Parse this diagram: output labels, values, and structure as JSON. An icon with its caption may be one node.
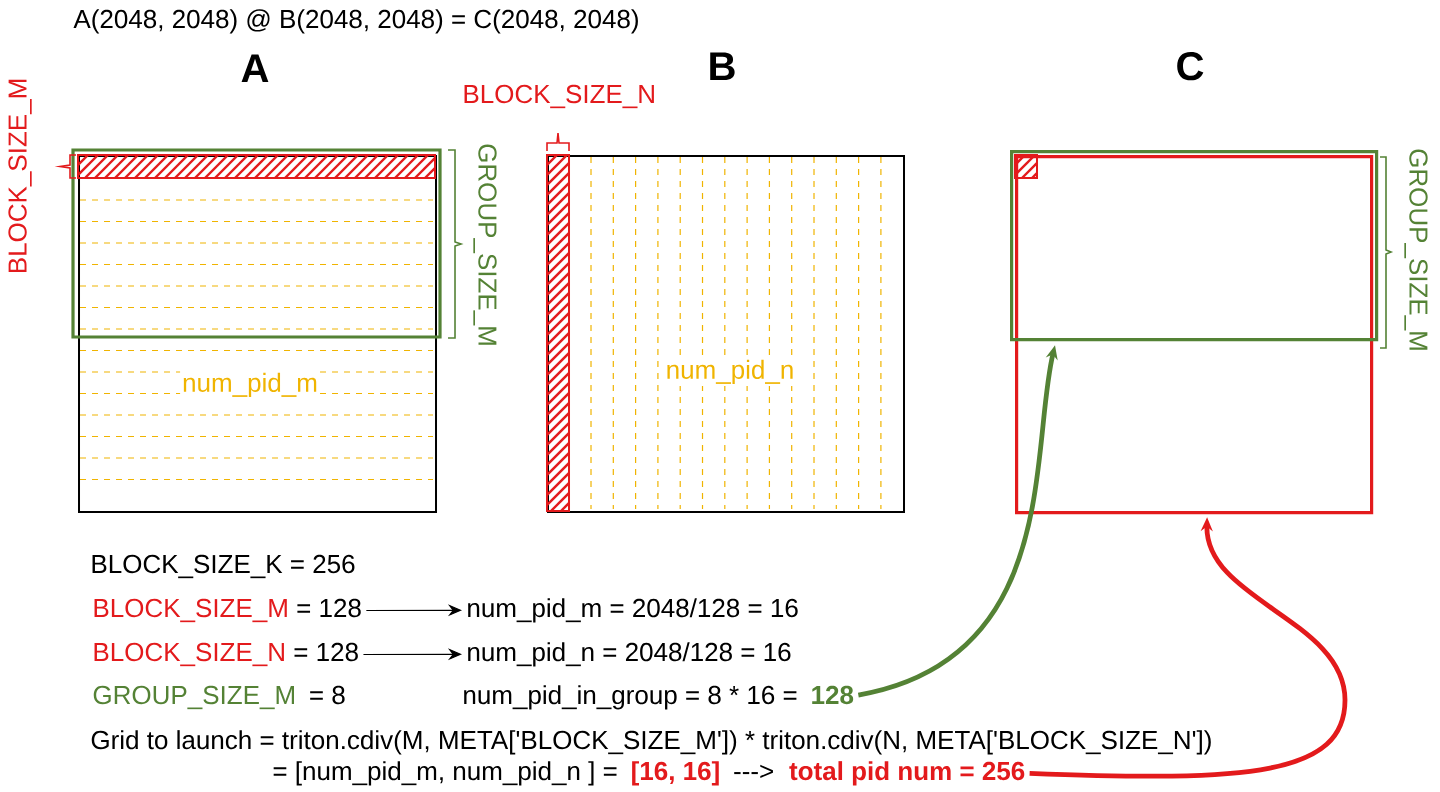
{
  "diagram": {
    "title": "A(2048, 2048) @ B(2048, 2048) = C(2048, 2048)",
    "nodes": [
      {
        "text": [
          "A",
          "num_pid_m"
        ]
      },
      {
        "text": [
          "B",
          "num_pid_n"
        ]
      },
      {
        "text": [
          "C"
        ]
      },
      {
        "text": [],
        "shape": "box",
        "in": 2
      },
      {
        "text": [
          "BLOCK_SIZE_M",
          "= 128"
        ]
      },
      {
        "text": [
          "num_pid_m = 2048/128 = 16"
        ]
      },
      {
        "text": [
          "BLOCK_SIZE_N",
          "= 128"
        ]
      },
      {
        "text": [
          "num_pid_n = 2048/128 = 16"
        ]
      },
      {
        "text": [
          "128"
        ]
      },
      {
        "text": [
          "total pid num = 256"
        ]
      }
    ],
    "edges": [
      {
        "from": 4,
        "to": 5,
        "arrow": "to"
      },
      {
        "from": 6,
        "to": 7,
        "arrow": "to"
      },
      {
        "from": 8,
        "to": 3,
        "arrow": "to",
        "style": "thick",
        "color": "#548235"
      },
      {
        "from": 9,
        "to": 2,
        "arrow": "to",
        "style": "thick",
        "color": "#e31a1c"
      }
    ],
    "labels": [
      "BLOCK_SIZE_M",
      "BLOCK_SIZE_N",
      "GROUP_SIZE_M",
      "GROUP_SIZE_M",
      "BLOCK_SIZE_K = 256",
      "GROUP_SIZE_M",
      "= 8",
      "num_pid_in_group = 8 * 16 =",
      "Grid to launch = triton.cdiv(M, META['BLOCK_SIZE_M']) * triton.cdiv(N, META['BLOCK_SIZE_N'])",
      "= [num_pid_m, num_pid_n ] =",
      "[16, 16]",
      "--->"
    ]
  }
}
